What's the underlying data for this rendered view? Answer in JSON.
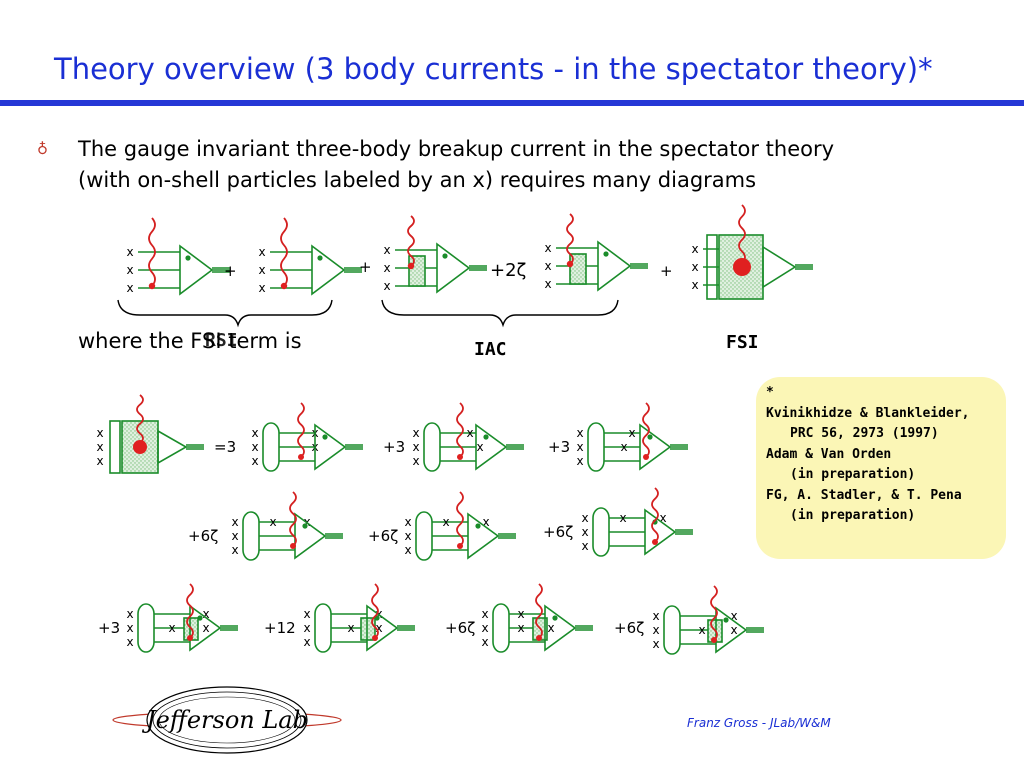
{
  "title": "Theory overview (3 body currents - in the spectator theory)*",
  "bullet": {
    "icon": "H",
    "line1": "The gauge invariant three-body breakup current in the spectator theory",
    "line2": "(with on-shell particles labeled by an x) requires many diagrams"
  },
  "labels": {
    "rsi": "RSI",
    "iac": "IAC",
    "fsi": "FSI",
    "where": "where the FSI term is"
  },
  "top_ops": {
    "plus1": "+",
    "plus2": "+",
    "coef_iac": "+2ζ",
    "plus3": "+"
  },
  "coefs": {
    "row1": [
      "=3",
      "+3",
      "+3"
    ],
    "row2": [
      "+6ζ",
      "+6ζ",
      "+6ζ"
    ],
    "row3": [
      "+3",
      "+12",
      "+6ζ",
      "+6ζ"
    ]
  },
  "marker": "x",
  "references": {
    "star": "*",
    "r1": "Kvinikhidze & Blankleider,",
    "r1b": "PRC 56, 2973 (1997)",
    "r2": "Adam & Van Orden",
    "r2b": "(in preparation)",
    "r3": "FG, A. Stadler, & T. Pena",
    "r3b": "(in preparation)"
  },
  "logo_text": "Jefferson Lab",
  "footer": "Franz Gross - JLab/W&M",
  "colors": {
    "title": "#1a2fd4",
    "diagram_line": "#1a8c2a",
    "photon": "#d42020",
    "vertex": "#e02020",
    "box_fill": "#cfe8cf",
    "refbox": "#fbf6b6",
    "logo": "#c0392b"
  }
}
